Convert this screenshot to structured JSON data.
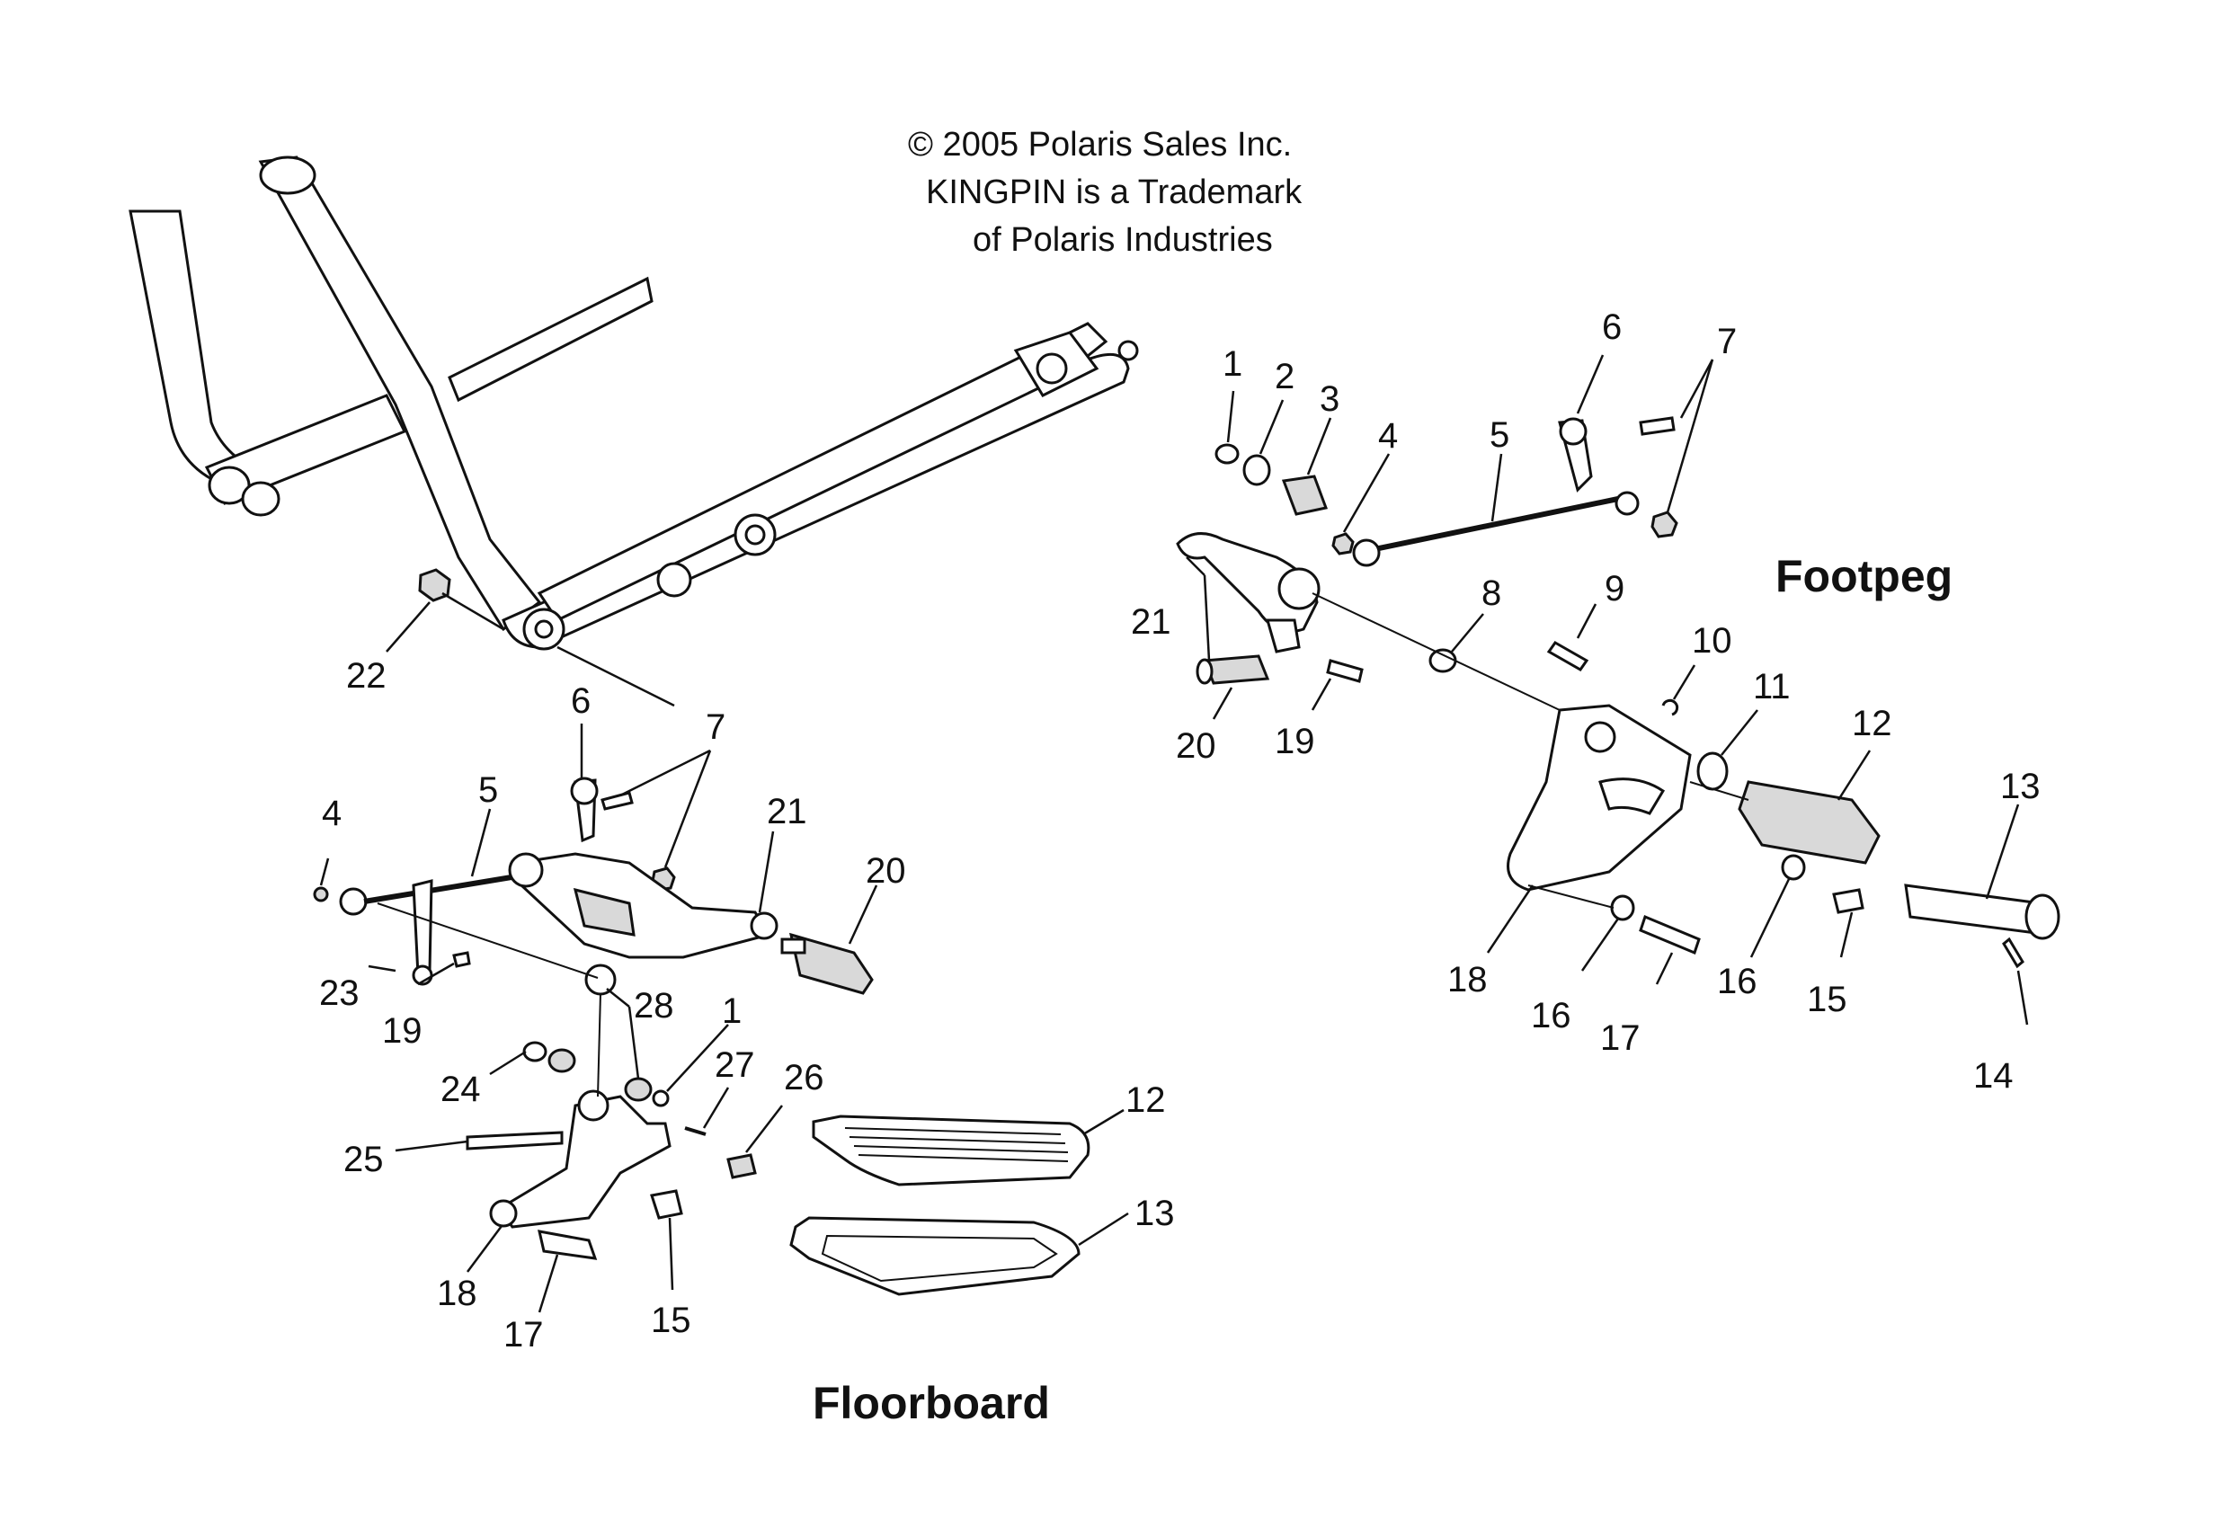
{
  "copyright": {
    "line1": "© 2005 Polaris Sales Inc.",
    "line2": "KINGPIN is a Trademark",
    "line3": "of Polaris Industries"
  },
  "sections": {
    "footpeg": "Footpeg",
    "floorboard": "Floorboard"
  },
  "frame_callouts": {
    "c22": "22"
  },
  "footpeg_callouts": {
    "c1": "1",
    "c2": "2",
    "c3": "3",
    "c4": "4",
    "c5": "5",
    "c6": "6",
    "c7": "7",
    "c8": "8",
    "c9": "9",
    "c10": "10",
    "c11": "11",
    "c12": "12",
    "c13": "13",
    "c14": "14",
    "c15": "15",
    "c16a": "16",
    "c16b": "16",
    "c17": "17",
    "c18": "18",
    "c19": "19",
    "c20": "20",
    "c21": "21"
  },
  "floorboard_callouts": {
    "c1": "1",
    "c4": "4",
    "c5": "5",
    "c6": "6",
    "c7": "7",
    "c12": "12",
    "c13": "13",
    "c15": "15",
    "c17": "17",
    "c18": "18",
    "c19": "19",
    "c20": "20",
    "c21": "21",
    "c23": "23",
    "c24": "24",
    "c25": "25",
    "c26": "26",
    "c27": "27",
    "c28": "28"
  }
}
